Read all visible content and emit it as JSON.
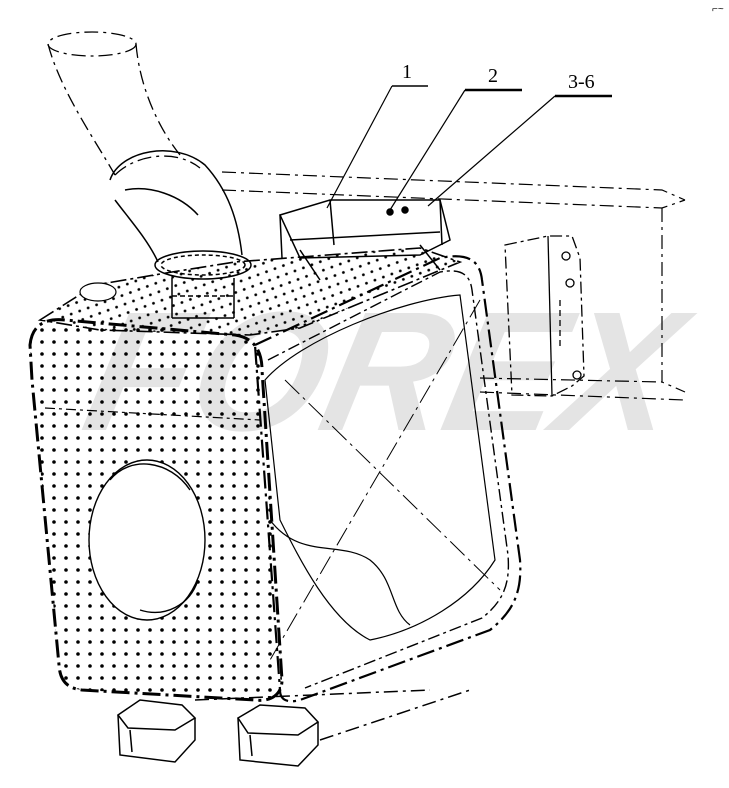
{
  "diagram": {
    "type": "technical-assembly-drawing",
    "subject": "muffler-with-perforated-heat-shield",
    "callouts": [
      {
        "id": "c1",
        "label": "1"
      },
      {
        "id": "c2",
        "label": "2"
      },
      {
        "id": "c3",
        "label": "3-6"
      }
    ],
    "corner_mark": "⌐~",
    "watermark": "FOREX"
  }
}
